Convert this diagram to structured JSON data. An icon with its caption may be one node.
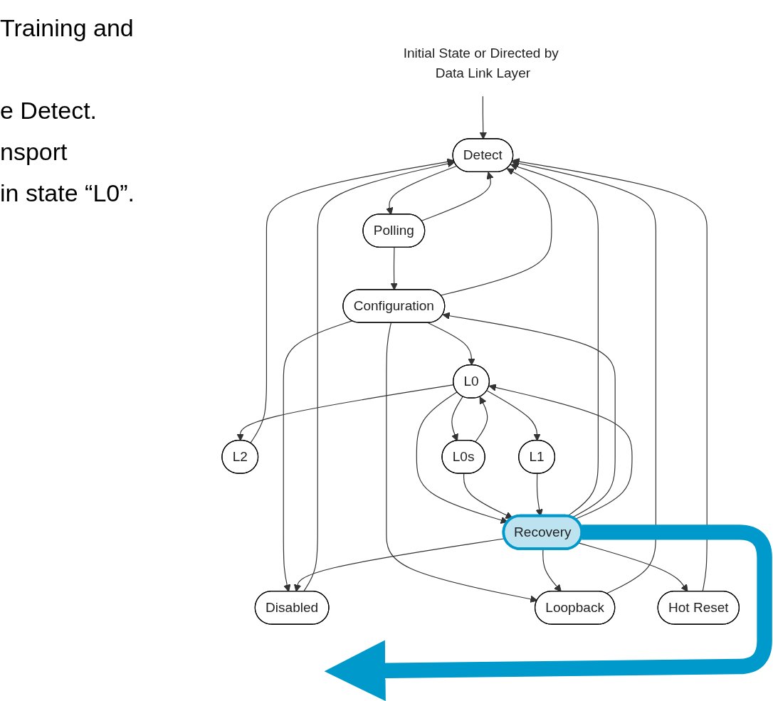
{
  "diagram": {
    "nodes": [
      {
        "text": [
          "Initial State or Directed by Data Link Layer"
        ]
      },
      {
        "text": [
          "Detect"
        ]
      },
      {
        "text": [
          "Polling"
        ]
      },
      {
        "text": [
          "Disabled"
        ]
      },
      {
        "text": [
          "Configuration"
        ]
      },
      {
        "text": [
          "Hot Reset"
        ]
      },
      {
        "text": [
          "L0"
        ]
      },
      {
        "text": [
          "L2"
        ]
      },
      {
        "text": [
          "Loopback"
        ]
      },
      {
        "text": [
          "L1"
        ]
      },
      {
        "text": [
          "L0s"
        ]
      },
      {
        "text": [
          "Recovery"
        ]
      }
    ],
    "edges": [
      {
        "from": 0,
        "to": 1,
        "arrow": "to"
      },
      {
        "from": 1,
        "to": 2,
        "arrow": "to"
      },
      {
        "from": 2,
        "to": 1,
        "arrow": "to"
      },
      {
        "from": 2,
        "to": 4,
        "arrow": "to"
      },
      {
        "from": 4,
        "to": 1,
        "arrow": "to"
      },
      {
        "from": 7,
        "to": 1,
        "arrow": "to"
      },
      {
        "from": 4,
        "to": 3,
        "arrow": "to"
      },
      {
        "from": 3,
        "to": 1,
        "arrow": "to"
      },
      {
        "from": 5,
        "to": 1,
        "arrow": "to"
      },
      {
        "from": 8,
        "to": 1,
        "arrow": "to"
      },
      {
        "from": 11,
        "to": 1,
        "arrow": "to"
      },
      {
        "from": 4,
        "to": 6,
        "arrow": "to"
      },
      {
        "from": 4,
        "to": 8,
        "arrow": "to"
      },
      {
        "from": 11,
        "to": 4,
        "arrow": "to"
      },
      {
        "from": 6,
        "to": 7,
        "arrow": "to"
      },
      {
        "from": 6,
        "to": 9,
        "arrow": "to"
      },
      {
        "from": 6,
        "to": 10,
        "arrow": "to"
      },
      {
        "from": 10,
        "to": 6,
        "arrow": "to"
      },
      {
        "from": 6,
        "to": 11,
        "arrow": "to"
      },
      {
        "from": 11,
        "to": 6,
        "arrow": "to"
      },
      {
        "from": 10,
        "to": 11,
        "arrow": "to"
      },
      {
        "from": 9,
        "to": 11,
        "arrow": "to"
      },
      {
        "from": 11,
        "to": 8,
        "arrow": "to"
      },
      {
        "from": 11,
        "to": 5,
        "arrow": "to"
      },
      {
        "from": 11,
        "to": 3,
        "arrow": "to"
      },
      {
        "from": 11,
        "to": null,
        "arrow": "to",
        "style": "thick",
        "color": "#0099cc"
      }
    ],
    "labels": [
      "Training and",
      "e Detect.",
      "nsport",
      "in state “L0”."
    ]
  }
}
